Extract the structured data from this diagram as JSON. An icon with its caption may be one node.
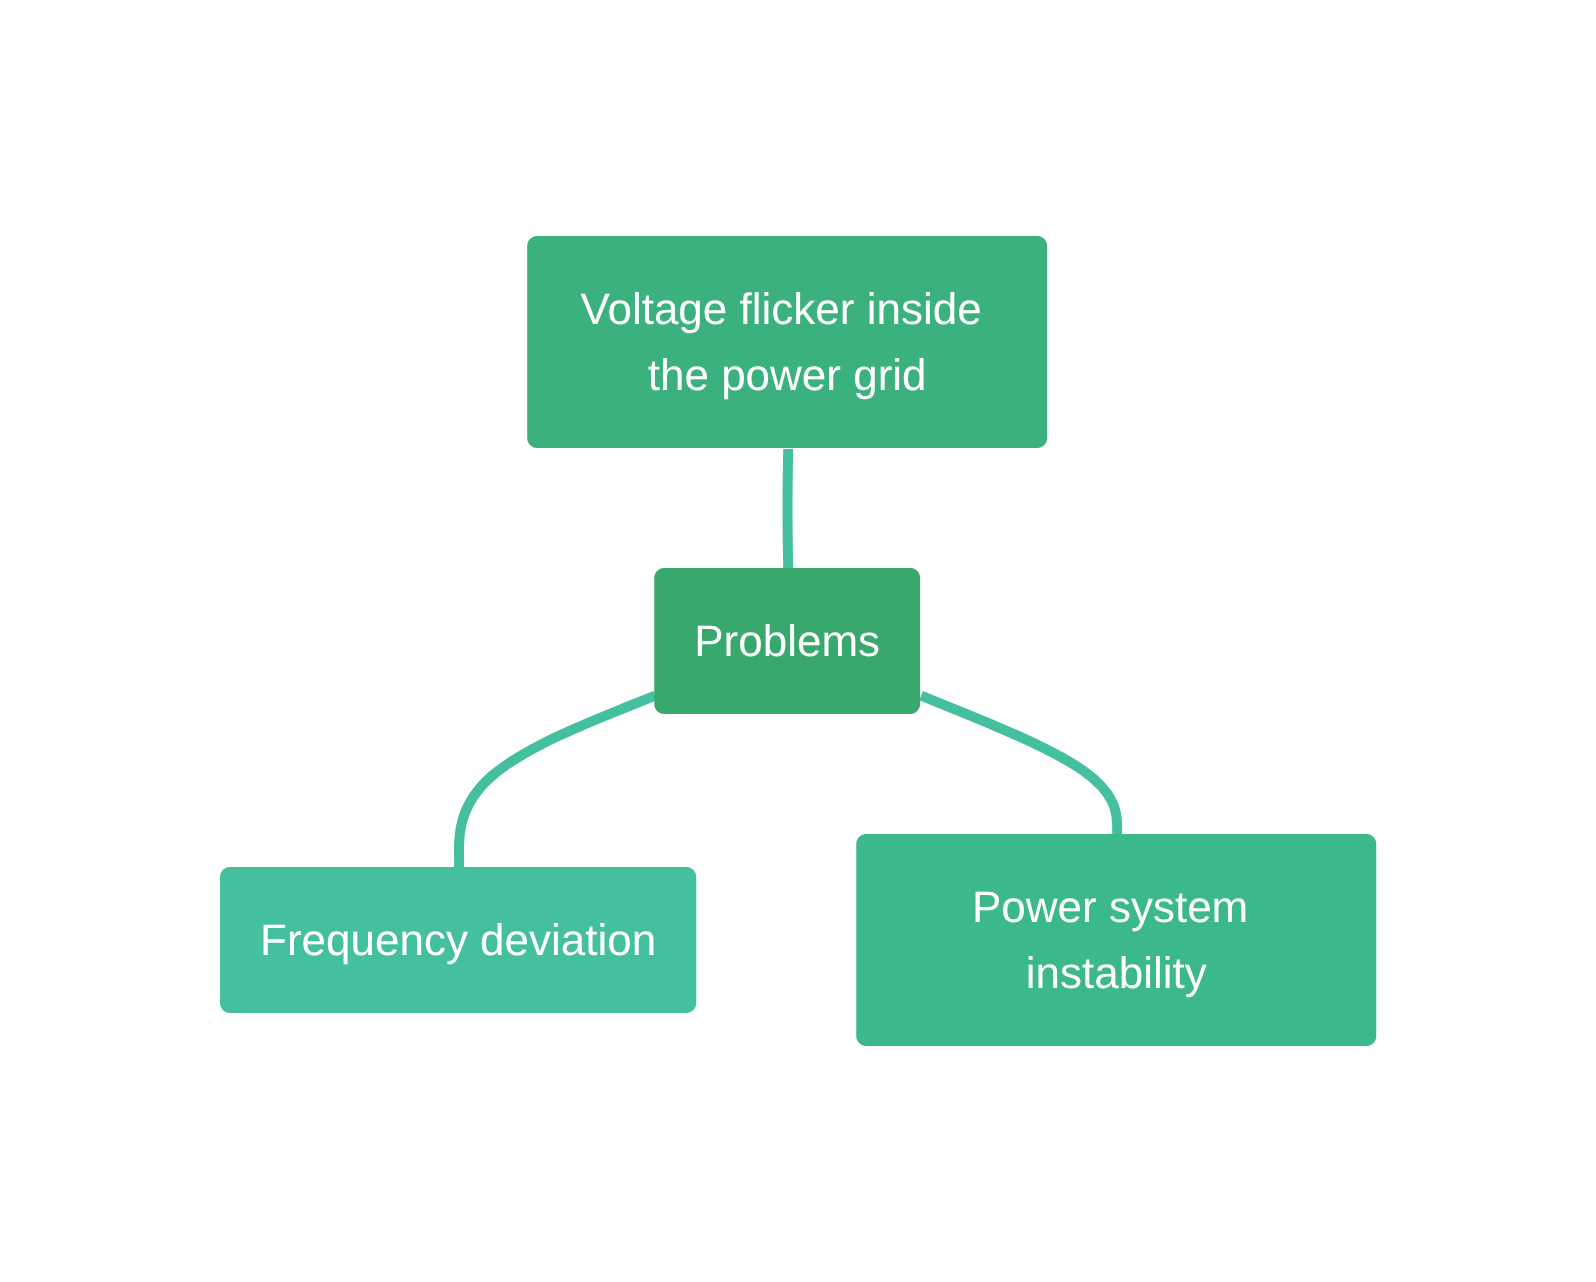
{
  "diagram": {
    "nodes": [
      {
        "text": [
          "Voltage flicker inside the power grid"
        ]
      },
      {
        "text": [
          "Problems"
        ]
      },
      {
        "text": [
          "Frequency deviation"
        ]
      },
      {
        "text": [
          "Power system instability"
        ]
      }
    ],
    "edges": [
      {
        "from": 0,
        "to": 1,
        "arrow": "none"
      },
      {
        "from": 1,
        "to": 2,
        "arrow": "none"
      },
      {
        "from": 1,
        "to": 3,
        "arrow": "none"
      }
    ]
  }
}
